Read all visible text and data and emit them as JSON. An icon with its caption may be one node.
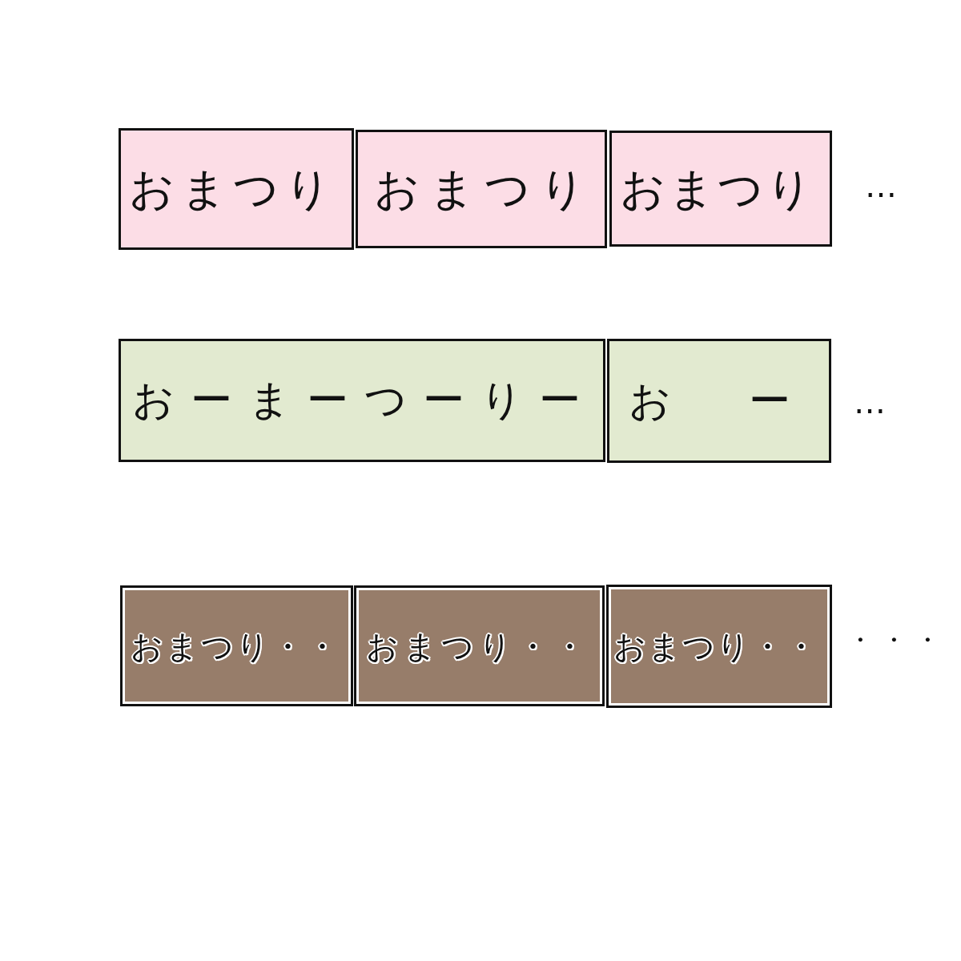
{
  "diagram": {
    "nodes": [
      {
        "text": [
          "おまつり"
        ]
      },
      {
        "text": [
          "おまつり"
        ]
      },
      {
        "text": [
          "おまつり"
        ]
      },
      {
        "text": [
          "おーまーつーりー"
        ]
      },
      {
        "text": [
          "お ー"
        ]
      },
      {
        "text": [
          "おまつり・・"
        ]
      },
      {
        "text": [
          "おまつり・・"
        ]
      },
      {
        "text": [
          "おまつり・・"
        ]
      }
    ],
    "labels": [
      "…",
      "…",
      "・・・"
    ]
  }
}
